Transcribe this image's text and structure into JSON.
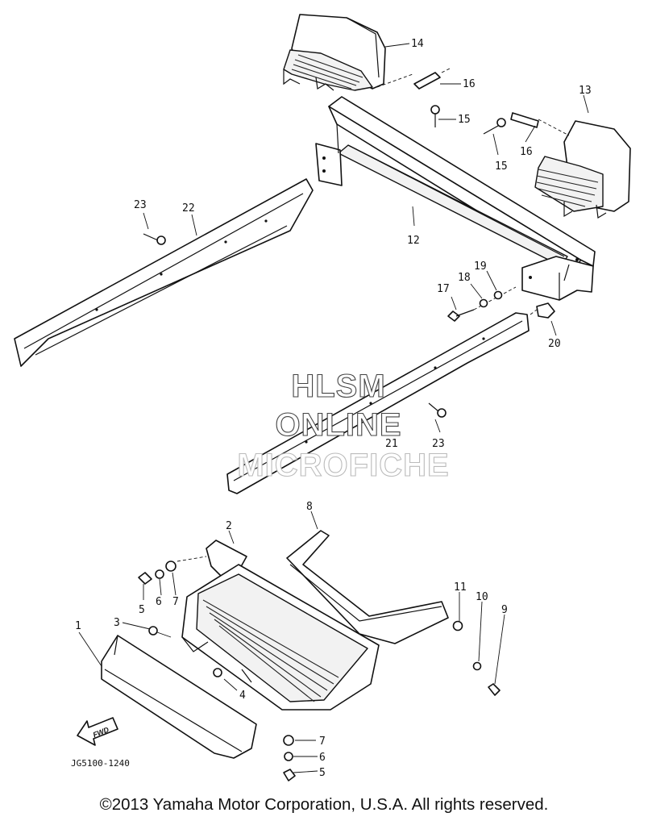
{
  "diagram": {
    "part_callouts": [
      "1",
      "2",
      "3",
      "4",
      "5",
      "6",
      "7",
      "8",
      "9",
      "10",
      "11",
      "12",
      "13",
      "14",
      "15",
      "16",
      "17",
      "18",
      "19",
      "20",
      "21",
      "22",
      "23"
    ],
    "duplicate_callouts": {
      "p15b": "15",
      "p16b": "16",
      "p23b": "23",
      "p5b": "5",
      "p6b": "6",
      "p7b": "7"
    },
    "figure_code": "JG5100-1240",
    "fwd_label": "FWD",
    "watermark": {
      "line1": "HLSM",
      "line2": "ONLINE",
      "line3": "MICROFICHE"
    }
  },
  "footer": {
    "copyright": "©2013 Yamaha Motor Corporation, U.S.A. All rights reserved."
  }
}
